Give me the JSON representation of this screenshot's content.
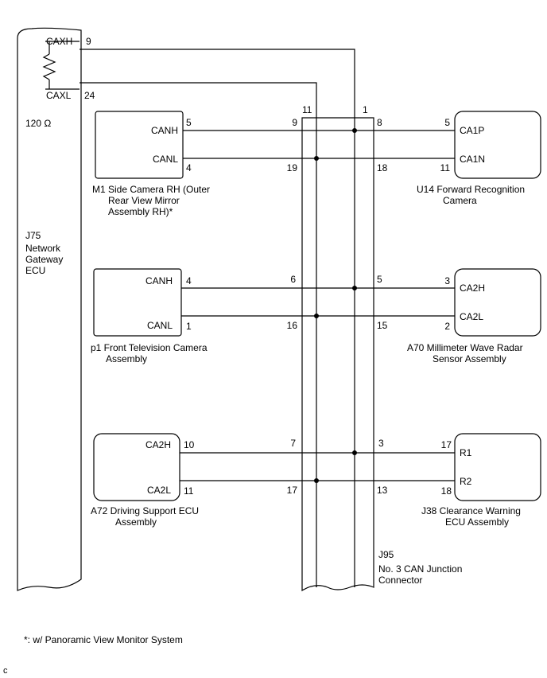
{
  "gateway": {
    "pin_caxh_label": "CAXH",
    "pin_caxh_num": "9",
    "pin_caxl_label": "CAXL",
    "pin_caxl_num": "24",
    "resistance": "120 Ω",
    "code": "J75",
    "name_lines": [
      "Network",
      "Gateway",
      "ECU"
    ]
  },
  "junction": {
    "code": "J95",
    "name_lines": [
      "No. 3 CAN Junction",
      "Connector"
    ],
    "top_pin_left": "11",
    "top_pin_right": "1"
  },
  "left_devices": [
    {
      "high_label": "CANH",
      "high_pin": "5",
      "low_label": "CANL",
      "low_pin": "4",
      "junction_high_pin": "9",
      "junction_low_pin": "19",
      "name_lines": [
        "M1  Side Camera RH (Outer",
        "Rear View Mirror",
        "Assembly RH)*"
      ]
    },
    {
      "high_label": "CANH",
      "high_pin": "4",
      "low_label": "CANL",
      "low_pin": "1",
      "junction_high_pin": "6",
      "junction_low_pin": "16",
      "name_lines": [
        "p1  Front Television Camera",
        "Assembly"
      ]
    },
    {
      "high_label": "CA2H",
      "high_pin": "10",
      "low_label": "CA2L",
      "low_pin": "11",
      "junction_high_pin": "7",
      "junction_low_pin": "17",
      "name_lines": [
        "A72  Driving Support ECU",
        "Assembly"
      ]
    }
  ],
  "right_devices": [
    {
      "high_label": "CA1P",
      "high_pin": "5",
      "low_label": "CA1N",
      "low_pin": "11",
      "junction_high_pin": "8",
      "junction_low_pin": "18",
      "name_lines": [
        "U14  Forward Recognition",
        "Camera"
      ]
    },
    {
      "high_label": "CA2H",
      "high_pin": "3",
      "low_label": "CA2L",
      "low_pin": "2",
      "junction_high_pin": "5",
      "junction_low_pin": "15",
      "name_lines": [
        "A70  Millimeter Wave Radar",
        "Sensor Assembly"
      ]
    },
    {
      "high_label": "R1",
      "high_pin": "17",
      "low_label": "R2",
      "low_pin": "18",
      "junction_high_pin": "3",
      "junction_low_pin": "13",
      "name_lines": [
        "J38  Clearance Warning",
        "ECU Assembly"
      ]
    }
  ],
  "footnote": "*: w/ Panoramic View Monitor System",
  "corner_mark": "c"
}
